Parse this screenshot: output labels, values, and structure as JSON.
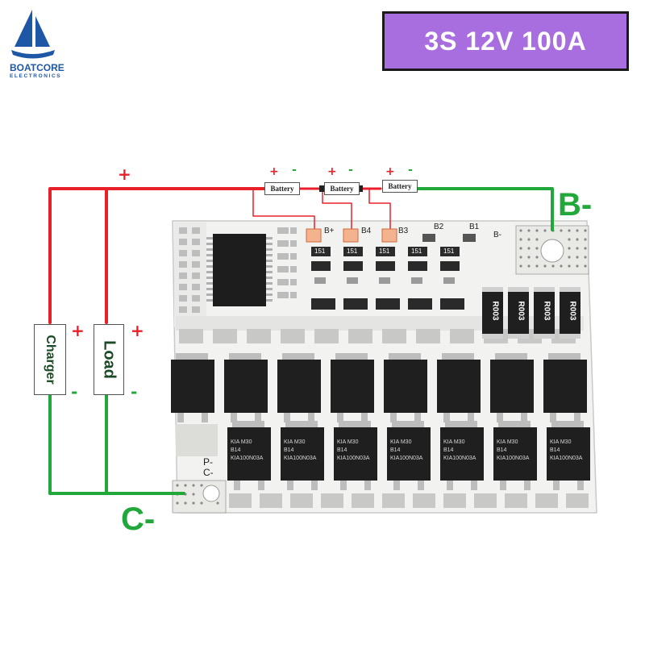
{
  "brand": {
    "name": "BOATCORE",
    "sub": "ELECTRONICS",
    "color": "#1e57a6"
  },
  "badge": {
    "text": "3S 12V 100A",
    "bg": "#a86ee0"
  },
  "terminals": {
    "b_minus": "B-",
    "c_minus": "C-"
  },
  "devices": {
    "charger": "Charger",
    "load": "Load"
  },
  "batteries": [
    "Battery",
    "Battery",
    "Battery"
  ],
  "signs": {
    "plus": "+",
    "minus": "-"
  },
  "board_labels": {
    "b_plus": "B+",
    "b4": "B4",
    "b3": "B3",
    "b2": "B2",
    "b1": "B1",
    "b_minus": "B-",
    "p_minus": "P-",
    "c_minus": "C-"
  },
  "resistor_codes": [
    "R003",
    "R003",
    "R003",
    "R003"
  ],
  "smd_code": "151",
  "mosfet_codes": {
    "line1": "KIA M30",
    "line2": "B14",
    "line3": "KIA100N03A"
  },
  "colors": {
    "wire_red": "#e8202a",
    "wire_green": "#22a83a",
    "pcb": "#f4f4f2"
  }
}
